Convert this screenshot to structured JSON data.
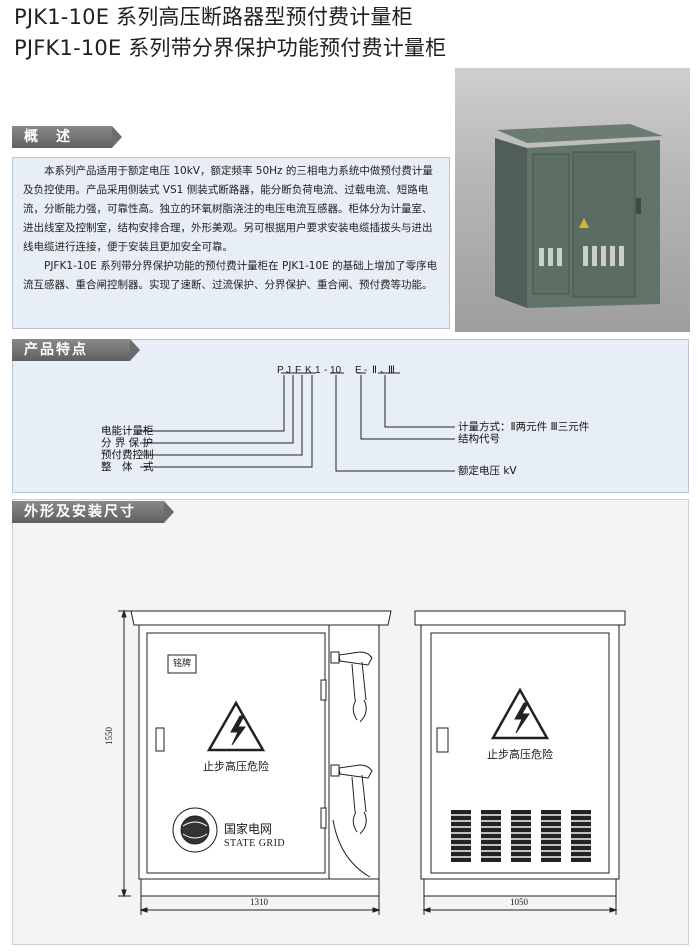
{
  "titles": {
    "line1": "PJK1-10E 系列高压断路器型预付费计量柜",
    "line2": "PJFK1-10E 系列带分界保护功能预付费计量柜"
  },
  "sections": {
    "overview": "概　述",
    "features": "产品特点",
    "dimensions": "外形及安装尺寸"
  },
  "overview": {
    "paragraph1": "本系列产品适用于额定电压 10kV，额定频率 50Hz 的三相电力系统中做预付费计量及负控使用。产品采用侧装式 VS1 侧装式断路器，能分断负荷电流、过载电流、短路电流，分断能力强，可靠性高。独立的环氧树脂浇注的电压电流互感器。柜体分为计量室、进出线室及控制室，结构安排合理，外形美观。另可根据用户要求安装电缆插拔头与进出线电缆进行连接，便于安装且更加安全可靠。",
    "paragraph2": "PJFK1-10E 系列带分界保护功能的预付费计量柜在 PJK1-10E 的基础上增加了零序电流互感器、重合闸控制器。实现了速断、过流保护、分界保护、重合闸、预付费等功能。"
  },
  "model_code": {
    "chars": [
      "P",
      "J",
      "F",
      "K",
      "1",
      "-",
      "10",
      "E",
      "-",
      "Ⅱ",
      "、",
      "Ⅲ"
    ],
    "left_labels": [
      "电能计量柜",
      "分 界 保 护",
      "预付费控制",
      "整　体　式"
    ],
    "right_labels": [
      "计量方式：Ⅱ两元件 Ⅲ三元件",
      "结构代号",
      "额定电压 kV"
    ]
  },
  "drawing": {
    "height_dim": "1550",
    "width_front": "1310",
    "width_side": "1050",
    "nameplate": "铭牌",
    "warning_text": "止步高压危险",
    "logo_cn": "国家电网",
    "logo_en": "STATE GRID"
  },
  "colors": {
    "panel": "#e8eef6",
    "header": "#6a6a6a",
    "cabinet_photo": "#5f7066"
  }
}
